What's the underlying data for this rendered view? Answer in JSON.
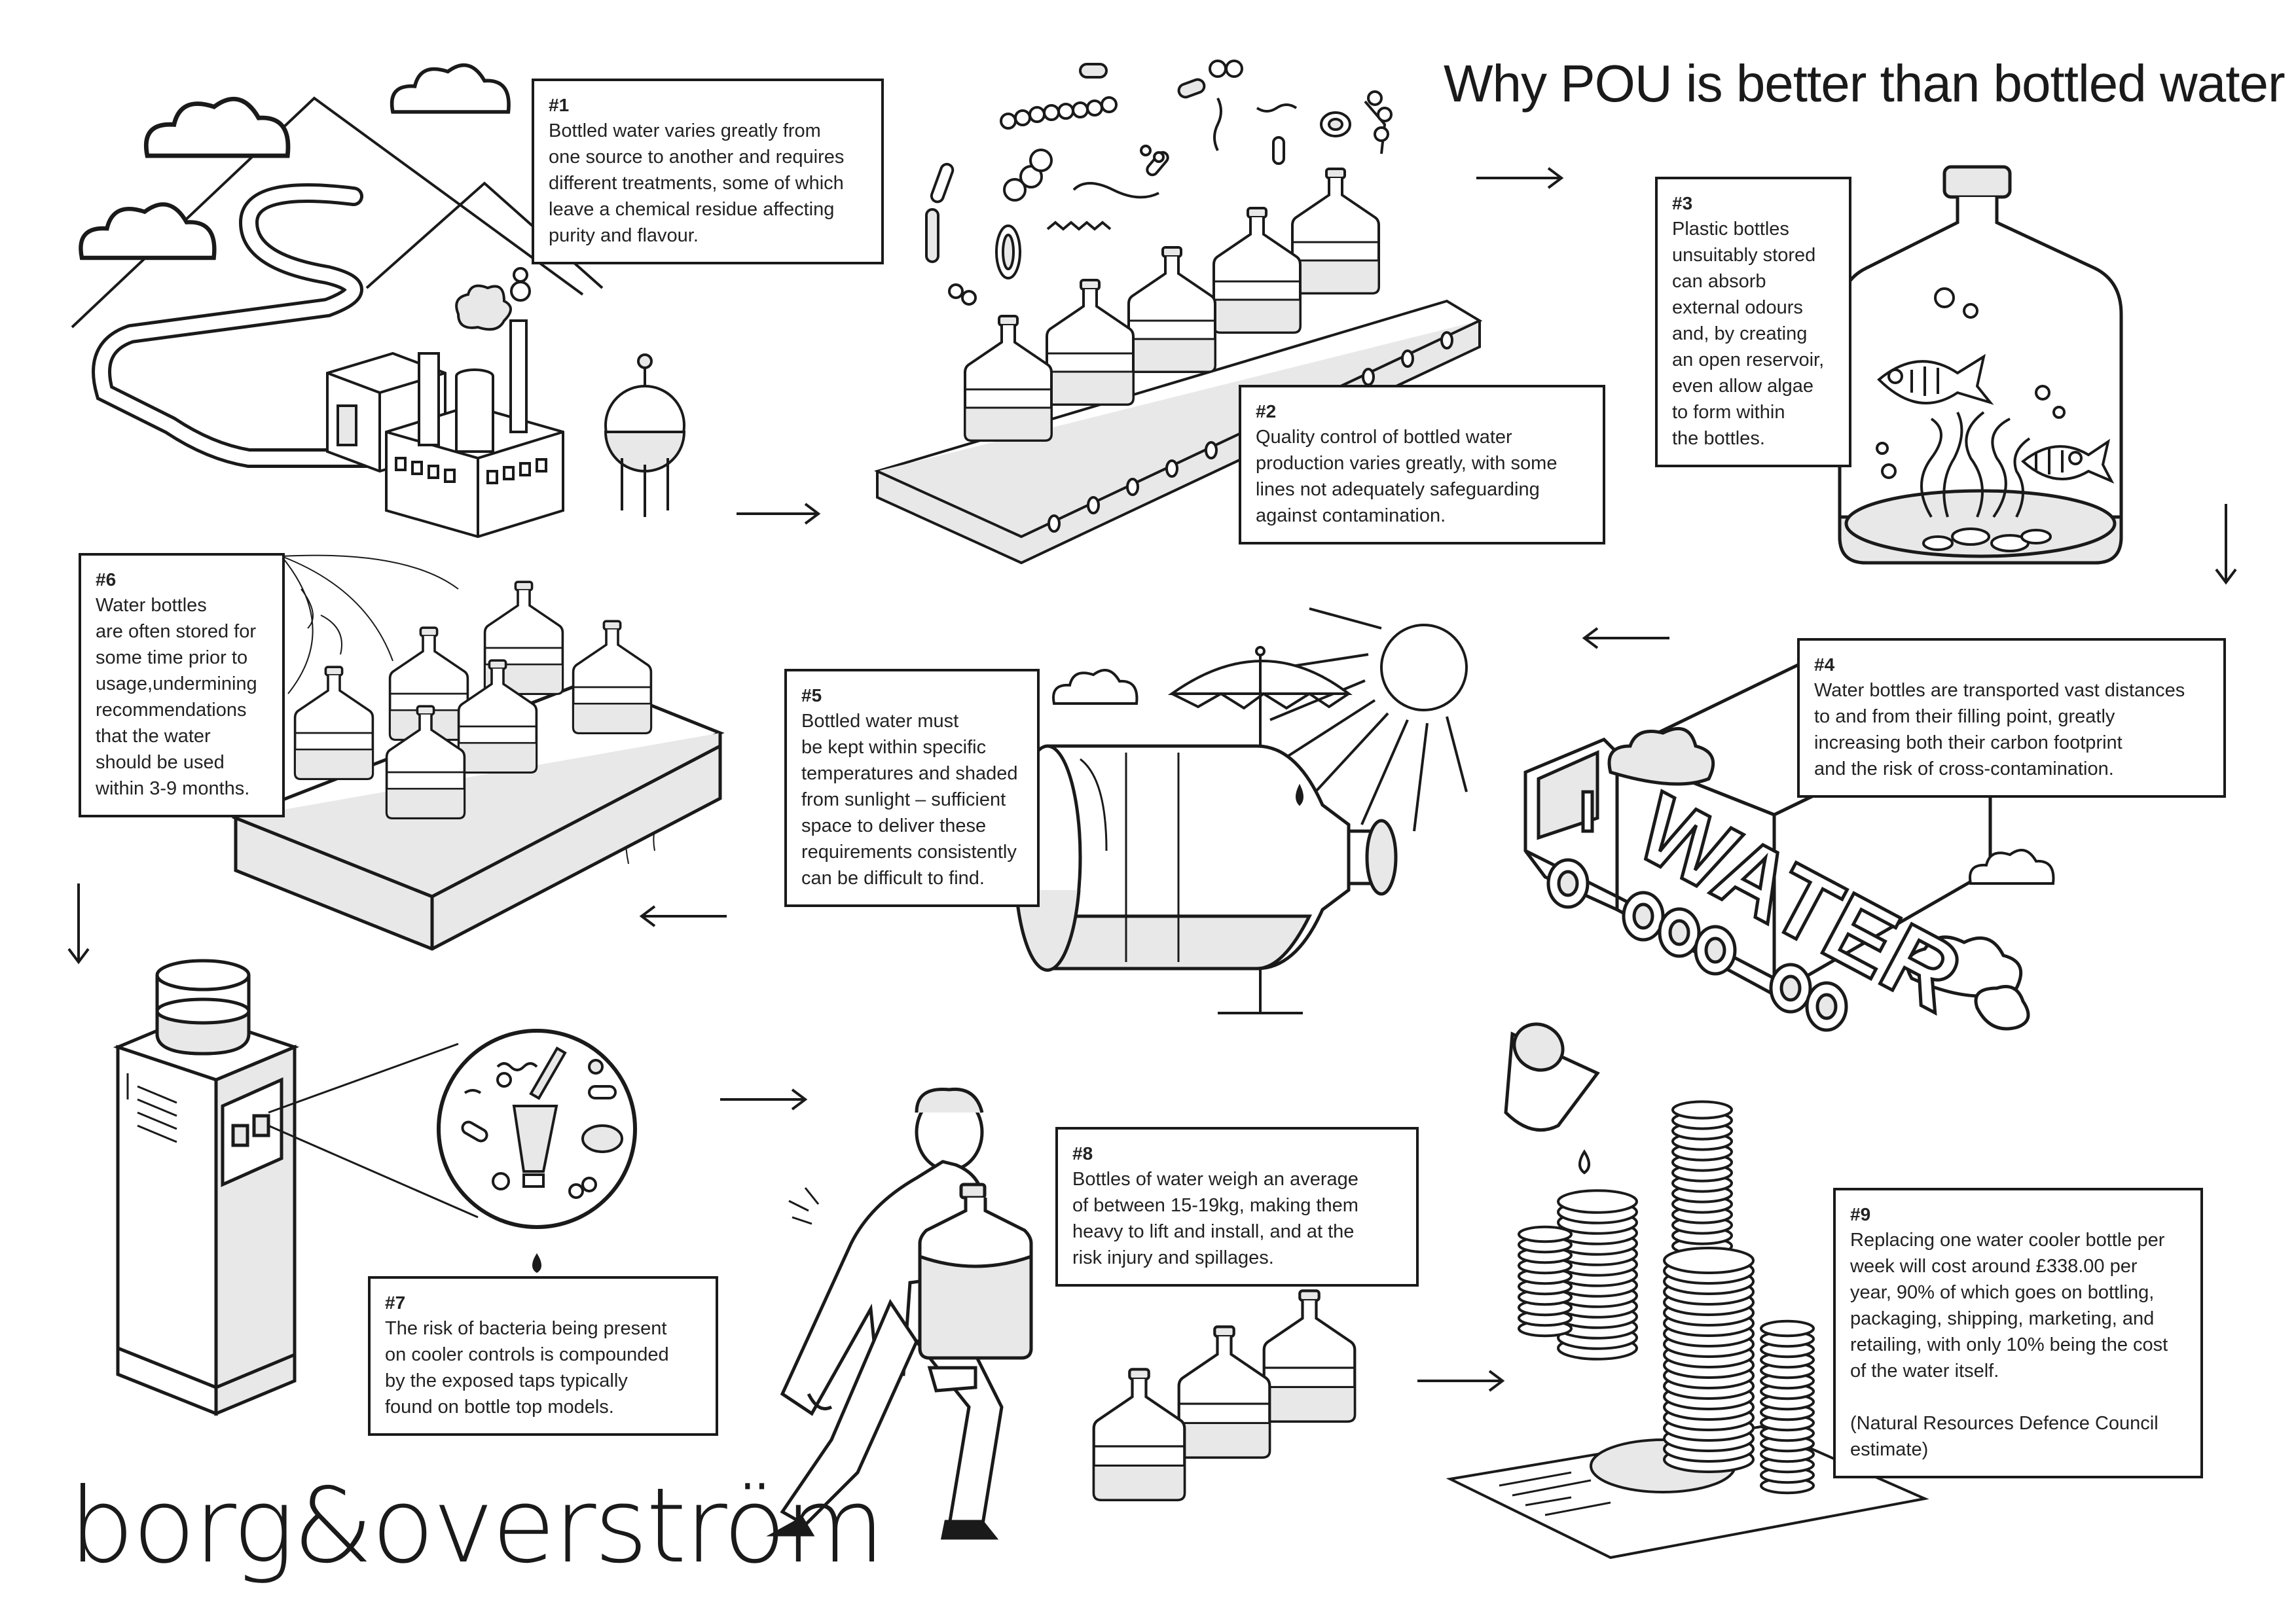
{
  "title": "Why POU is better than bottled water",
  "brand": "borg&overström",
  "truck_label": "WATER",
  "steps": [
    {
      "num": "#1",
      "text": "Bottled water varies greatly from\none source to another and requires\ndifferent treatments, some of which\nleave a chemical residue affecting\npurity and flavour."
    },
    {
      "num": "#2",
      "text": "Quality control of bottled water\nproduction varies greatly, with some\nlines not adequately safeguarding\nagainst contamination."
    },
    {
      "num": "#3",
      "text": "Plastic bottles\nunsuitably stored\ncan absorb\nexternal odours\nand, by creating\nan open reservoir,\neven allow algae\nto form within\nthe bottles."
    },
    {
      "num": "#4",
      "text": "Water bottles are transported vast distances\nto and from their filling point, greatly\nincreasing both their carbon footprint\nand the risk of cross-contamination."
    },
    {
      "num": "#5",
      "text": "Bottled water must\nbe kept within specific\ntemperatures and shaded\nfrom sunlight – sufficient\nspace to deliver these\nrequirements consistently\ncan be difficult to find."
    },
    {
      "num": "#6",
      "text": "Water bottles\nare often stored for\nsome time prior to\nusage,undermining\nrecommendations\nthat the water\nshould be used\nwithin 3-9 months."
    },
    {
      "num": "#7",
      "text": "The risk of bacteria being present\non cooler controls is compounded\nby the exposed taps typically\nfound on bottle top models."
    },
    {
      "num": "#8",
      "text": "Bottles of water weigh an average\nof between 15-19kg, making them\nheavy to lift and install, and at the\nrisk injury and spillages."
    },
    {
      "num": "#9",
      "text": "Replacing one water cooler bottle per\nweek will cost around £338.00 per\nyear, 90% of which goes on bottling,\npackaging, shipping, marketing, and\nretailing, with only 10% being the cost\nof the water itself.",
      "note": "(Natural Resources Defence Council\nestimate)"
    }
  ],
  "colors": {
    "ink": "#1a1a1a",
    "fill": "#e8e8e8",
    "paper": "#ffffff"
  },
  "icons": [
    "mountain-icon",
    "factory-icon",
    "conveyor-icon",
    "bacteria-icon",
    "fish-tank-bottle-icon",
    "truck-icon",
    "sun-icon",
    "parasol-icon",
    "bottle-crate-icon",
    "cobweb-icon",
    "water-cooler-icon",
    "magnifier-icon",
    "person-carrying-icon",
    "coin-stack-icon",
    "receipt-icon",
    "cloud-icon",
    "arrow-icon",
    "water-drop-icon",
    "cup-icon"
  ]
}
